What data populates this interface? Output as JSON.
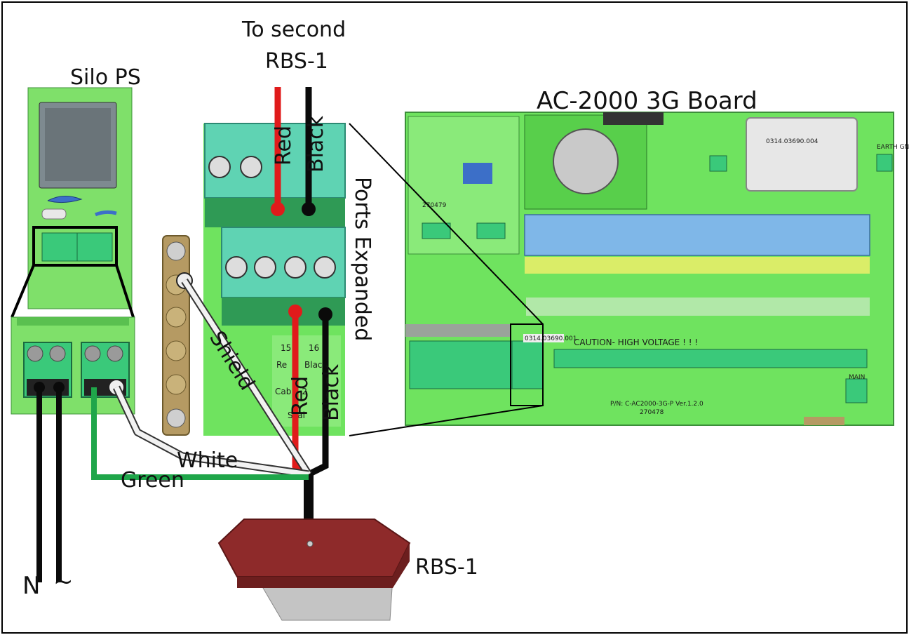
{
  "labels": {
    "silo_ps": "Silo PS",
    "to_second": "To second",
    "rbs_top": "RBS-1",
    "board_title": "AC-2000 3G Board",
    "ports_expanded": "Ports Expanded",
    "red_top": "Red",
    "black_top": "Black",
    "red_bottom": "Red",
    "black_bottom": "Black",
    "shield": "Shield",
    "white": "White",
    "green": "Green",
    "neutral": "N",
    "live": "~",
    "rbs_device": "RBS-1"
  },
  "board_text": {
    "caution": "CAUTION- HIGH VOLTAGE ! ! !",
    "part_number": "P/N: C-AC2000-3G-P  Ver.1.2.0",
    "part_code": "270478",
    "module_label": "0314.03690.004",
    "strip_label": "0314.03690.001",
    "earth_gnd": "EARTH GND",
    "main": "MAIN",
    "sub_board_code": "270479"
  },
  "expanded_text": {
    "port_15": "15",
    "port_16": "16",
    "red_short": "Re",
    "black_short": "Blac",
    "cable_frag": "Cable-2",
    "scale_frag": "Scal"
  },
  "colors": {
    "board_green": "#6fe35f",
    "terminal_teal": "#5fd3b3",
    "wire_red": "#e01b1b",
    "wire_black": "#0a0a0a",
    "wire_green": "#1fa64a",
    "wire_white": "#f2f2f2",
    "relay_blue": "#7fb7e8",
    "rbs_cap": "#8e2a2a",
    "bus_bar": "#b59a63"
  }
}
